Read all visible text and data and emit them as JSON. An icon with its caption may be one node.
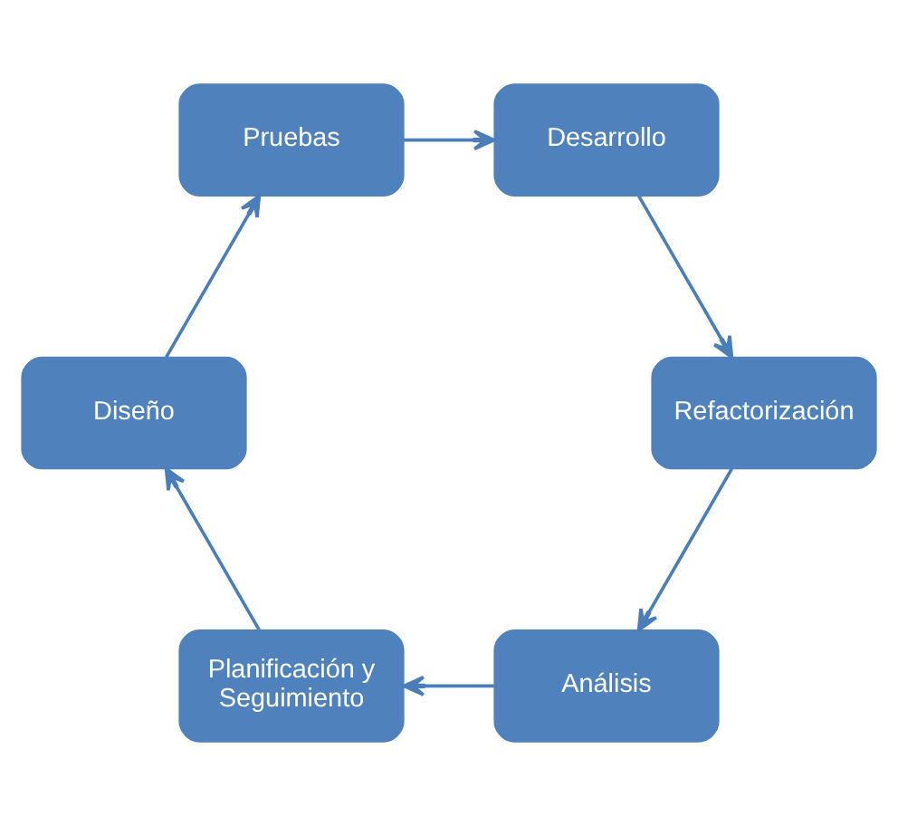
{
  "diagram": {
    "nodes": [
      {
        "text": [
          "Análisis"
        ]
      },
      {
        "text": [
          "Planificación y Seguimiento"
        ]
      },
      {
        "text": [
          "Diseño"
        ]
      },
      {
        "text": [
          "Pruebas"
        ]
      },
      {
        "text": [
          "Desarrollo"
        ]
      },
      {
        "text": [
          "Refactorización"
        ]
      }
    ],
    "edges": [
      {
        "from": 0,
        "to": 1,
        "arrow": "to"
      },
      {
        "from": 1,
        "to": 2,
        "arrow": "to"
      },
      {
        "from": 2,
        "to": 3,
        "arrow": "to"
      },
      {
        "from": 3,
        "to": 4,
        "arrow": "to"
      },
      {
        "from": 4,
        "to": 5,
        "arrow": "to"
      },
      {
        "from": 5,
        "to": 0,
        "arrow": "to"
      }
    ]
  }
}
